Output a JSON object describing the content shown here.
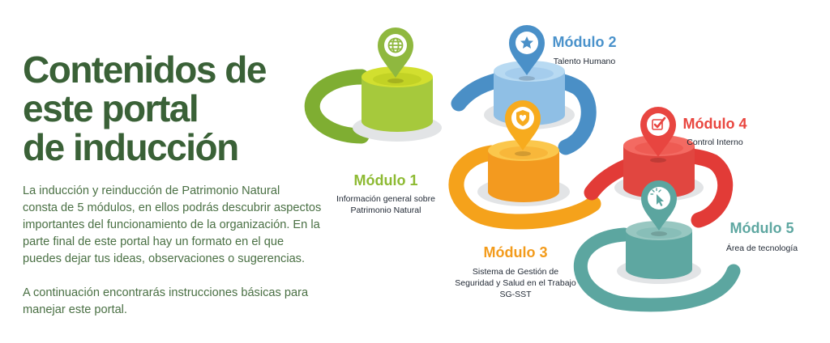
{
  "heading": "Contenidos de\neste portal\nde inducción",
  "intro": "La inducción y reinducción de Patrimonio Natural\nconsta de 5 módulos, en ellos podrás descubrir aspectos\nimportantes del funcionamiento de la organización. En la\nparte final de este portal hay un formato en el que\npuedes dejar  tus ideas, observaciones o sugerencias.",
  "instructions": "A continuación encontrarás instrucciones básicas para\nmanejar este portal.",
  "modules": [
    {
      "title": "Módulo 1",
      "desc": [
        "Información general sobre",
        "Patrimonio Natural"
      ],
      "color": "#8dba32",
      "icon": "globe-icon"
    },
    {
      "title": "Módulo 2",
      "desc": [
        "Talento Humano"
      ],
      "color": "#4a92cb",
      "icon": "star-icon"
    },
    {
      "title": "Módulo 3",
      "desc": [
        "Sistema de Gestión de",
        "Seguridad y Salud en el Trabajo",
        "SG-SST"
      ],
      "color": "#f39b1b",
      "icon": "heart-shield-icon"
    },
    {
      "title": "Módulo 4",
      "desc": [
        "Control Interno"
      ],
      "color": "#e9463f",
      "icon": "check-icon"
    },
    {
      "title": "Módulo 5",
      "desc": [
        "Área de tecnología"
      ],
      "color": "#5ea7a1",
      "icon": "cursor-click-icon"
    }
  ]
}
